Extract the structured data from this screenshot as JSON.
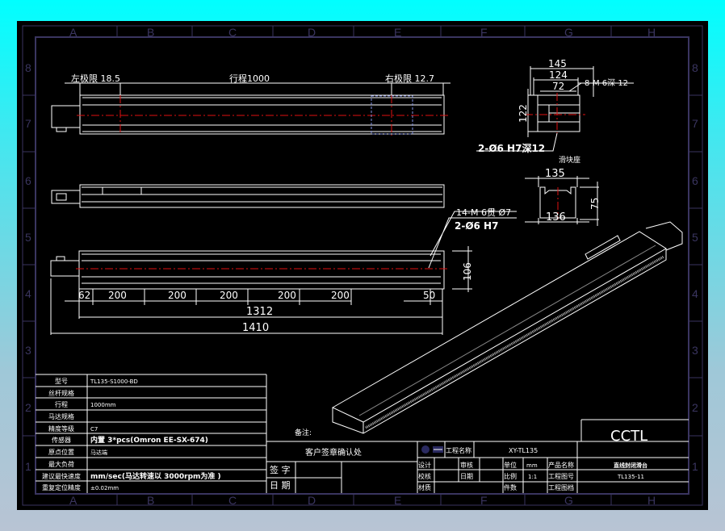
{
  "zones": {
    "cols": [
      "A",
      "B",
      "C",
      "D",
      "E",
      "F",
      "G",
      "H"
    ],
    "rows": [
      "8",
      "7",
      "6",
      "5",
      "4",
      "3",
      "2",
      "1"
    ]
  },
  "top_view": {
    "left_limit": "左极限 18.5",
    "stroke": "行程1000",
    "right_limit": "右极限 12.7"
  },
  "end_view": {
    "dim_145": "145",
    "dim_124": "124",
    "dim_72": "72",
    "dim_122": "122",
    "note_m6": "8-M 6深 12",
    "note_pin": "2-Ø6 H7深12",
    "slider_label": "滑块座"
  },
  "section_view": {
    "dim_135": "135",
    "dim_136": "136",
    "dim_75": "75"
  },
  "bottom_view": {
    "note_m": "14-M 6贯 Ø7",
    "note_pin": "2-Ø6 H7",
    "dim_62": "62",
    "dim_200": [
      "200",
      "200",
      "200",
      "200",
      "200"
    ],
    "dim_50": "50",
    "dim_106": "106",
    "dim_1312": "1312",
    "dim_1410": "1410"
  },
  "spec_table": [
    {
      "label": "型号",
      "value": "TL135-S1000-BD"
    },
    {
      "label": "丝杆规格",
      "value": ""
    },
    {
      "label": "行程",
      "value": "1000mm"
    },
    {
      "label": "马达规格",
      "value": ""
    },
    {
      "label": "精度等级",
      "value": "C7"
    },
    {
      "label": "传感器",
      "value": "内置 3*pcs(Omron EE-SX-674)"
    },
    {
      "label": "原点位置",
      "value": "马达端"
    },
    {
      "label": "最大负荷",
      "value": ""
    },
    {
      "label": "建议最快速度",
      "value": "mm/sec(马达转速以 3000rpm为准 )"
    },
    {
      "label": "重复定位精度",
      "value": "±0.02mm"
    }
  ],
  "remark_label": "备注:",
  "customer": {
    "title": "客户签章确认处",
    "sign": "签 字",
    "date": "日 期"
  },
  "title_block": {
    "logo": "CCTL",
    "project_name_label": "工程名称",
    "project_name": "XY-TL135",
    "design": "设计",
    "review": "审核",
    "unit_label": "单位",
    "unit": "mm",
    "product_name_label": "产品名称",
    "product_name": "直线封闭滑台",
    "check": "校核",
    "date": "日期",
    "scale_label": "比例",
    "scale": "1:1",
    "drawing_no_label": "工程图号",
    "drawing_no": "TL135-11",
    "material": "材质",
    "qty_label": "件数",
    "drawing_file_label": "工程图档"
  }
}
